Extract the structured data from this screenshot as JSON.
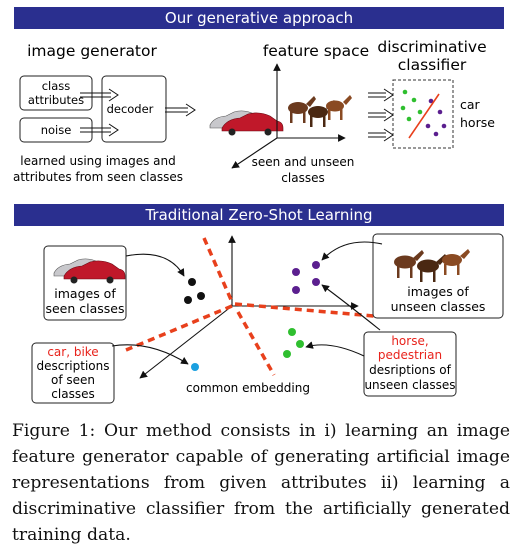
{
  "top_banner": "Our generative approach",
  "bottom_banner": "Traditional Zero-Shot Learning",
  "generative": {
    "image_generator_title": "image generator",
    "class_attributes": [
      "class",
      "attributes"
    ],
    "noise": "noise",
    "decoder": "decoder",
    "feature_space_title": "feature space",
    "discriminative_title": [
      "discriminative",
      "classifier"
    ],
    "labels": [
      "car",
      "horse"
    ],
    "learned_note": [
      "learned using images and",
      "attributes from seen classes"
    ],
    "seen_unseen": [
      "seen and unseen",
      "classes"
    ]
  },
  "zsl": {
    "images_seen": [
      "images of",
      "seen classes"
    ],
    "images_unseen": [
      "images of",
      "unseen classes"
    ],
    "seen_classes_names": "car, bike",
    "seen_desc": [
      "descriptions",
      "of seen",
      "classes"
    ],
    "unseen_classes_names": [
      "horse,",
      "pedestrian"
    ],
    "unseen_desc": [
      "desriptions of",
      "unseen classes"
    ],
    "common_embedding": "common embedding"
  },
  "caption": "Figure 1: Our method consists in i) learning an image feature generator capable of generating artificial image representations from given attributes ii) learning a discriminative classifier from the artificially generated training data.",
  "colors": {
    "banner": "#2a2f8f",
    "accent_red": "#e8401c",
    "class_text_red": "#e8231c",
    "purple": "#5b1f8f",
    "green": "#2fbf2f",
    "black": "#111111",
    "blue": "#1ba0e0"
  }
}
